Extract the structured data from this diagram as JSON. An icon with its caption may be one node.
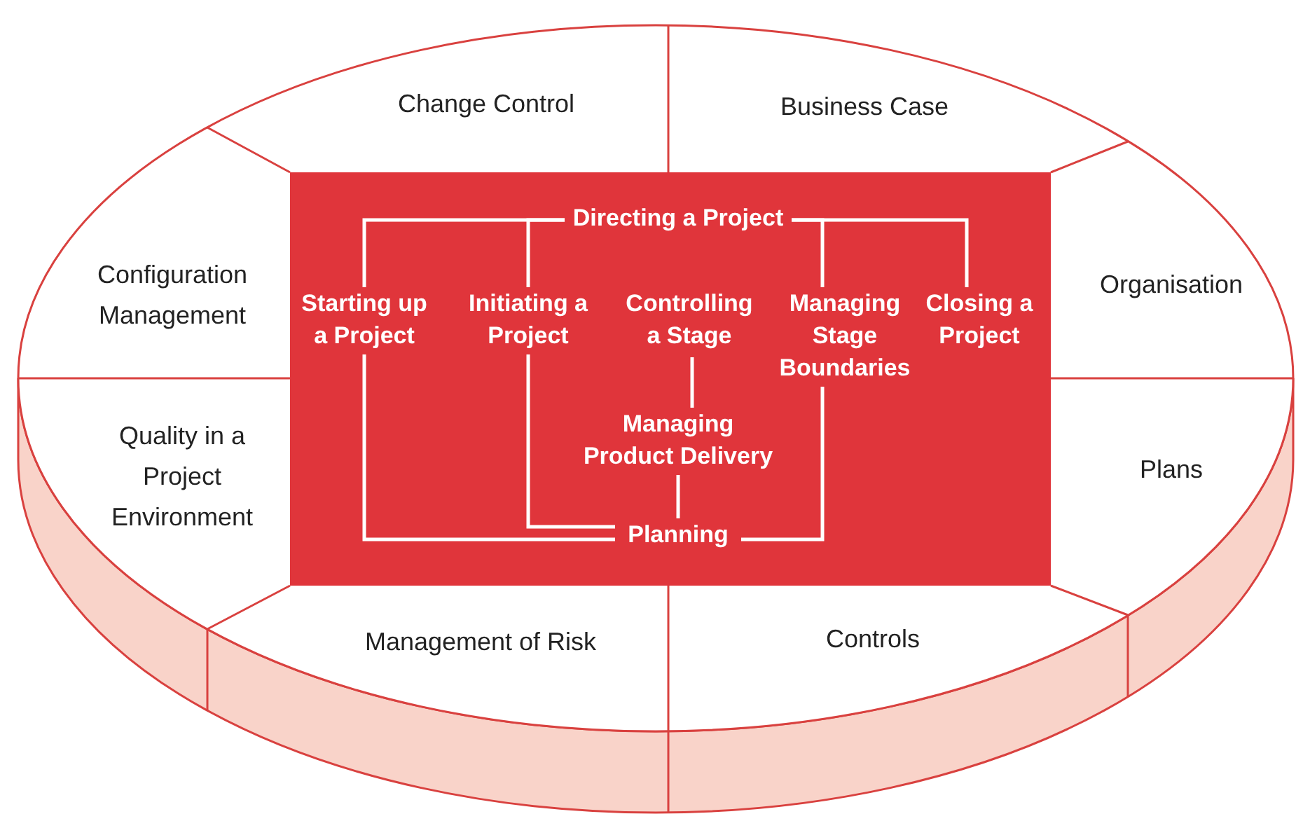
{
  "diagram": {
    "nodes": [
      {
        "text": [
          "Change Control"
        ]
      },
      {
        "text": [
          "Business Case"
        ]
      },
      {
        "text": [
          "Configuration Management"
        ]
      },
      {
        "text": [
          "Organisation"
        ]
      },
      {
        "text": [
          "Quality in a Project Environment"
        ]
      },
      {
        "text": [
          "Plans"
        ]
      },
      {
        "text": [
          "Management of Risk"
        ]
      },
      {
        "text": [
          "Controls"
        ]
      },
      {
        "text": [],
        "shape": "box"
      },
      {
        "text": [
          "Directing a Project"
        ],
        "in": 8
      },
      {
        "text": [
          "Starting up a Project"
        ],
        "in": 8
      },
      {
        "text": [
          "Initiating a Project"
        ],
        "in": 8
      },
      {
        "text": [
          "Controlling a Stage"
        ],
        "in": 8
      },
      {
        "text": [
          "Managing Stage Boundaries"
        ],
        "in": 8
      },
      {
        "text": [
          "Closing a Project"
        ],
        "in": 8
      },
      {
        "text": [
          "Managing Product Delivery"
        ],
        "in": 8
      },
      {
        "text": [
          "Planning"
        ],
        "in": 8
      }
    ],
    "edges": [
      {
        "from": 9,
        "to": 10,
        "arrow": "none"
      },
      {
        "from": 9,
        "to": 11,
        "arrow": "none"
      },
      {
        "from": 9,
        "to": 13,
        "arrow": "none"
      },
      {
        "from": 9,
        "to": 14,
        "arrow": "none"
      },
      {
        "from": 12,
        "to": 15,
        "arrow": "none"
      },
      {
        "from": 15,
        "to": 16,
        "arrow": "none"
      },
      {
        "from": 10,
        "to": 16,
        "arrow": "none"
      },
      {
        "from": 11,
        "to": 16,
        "arrow": "none"
      },
      {
        "from": 13,
        "to": 16,
        "arrow": "none"
      }
    ]
  }
}
